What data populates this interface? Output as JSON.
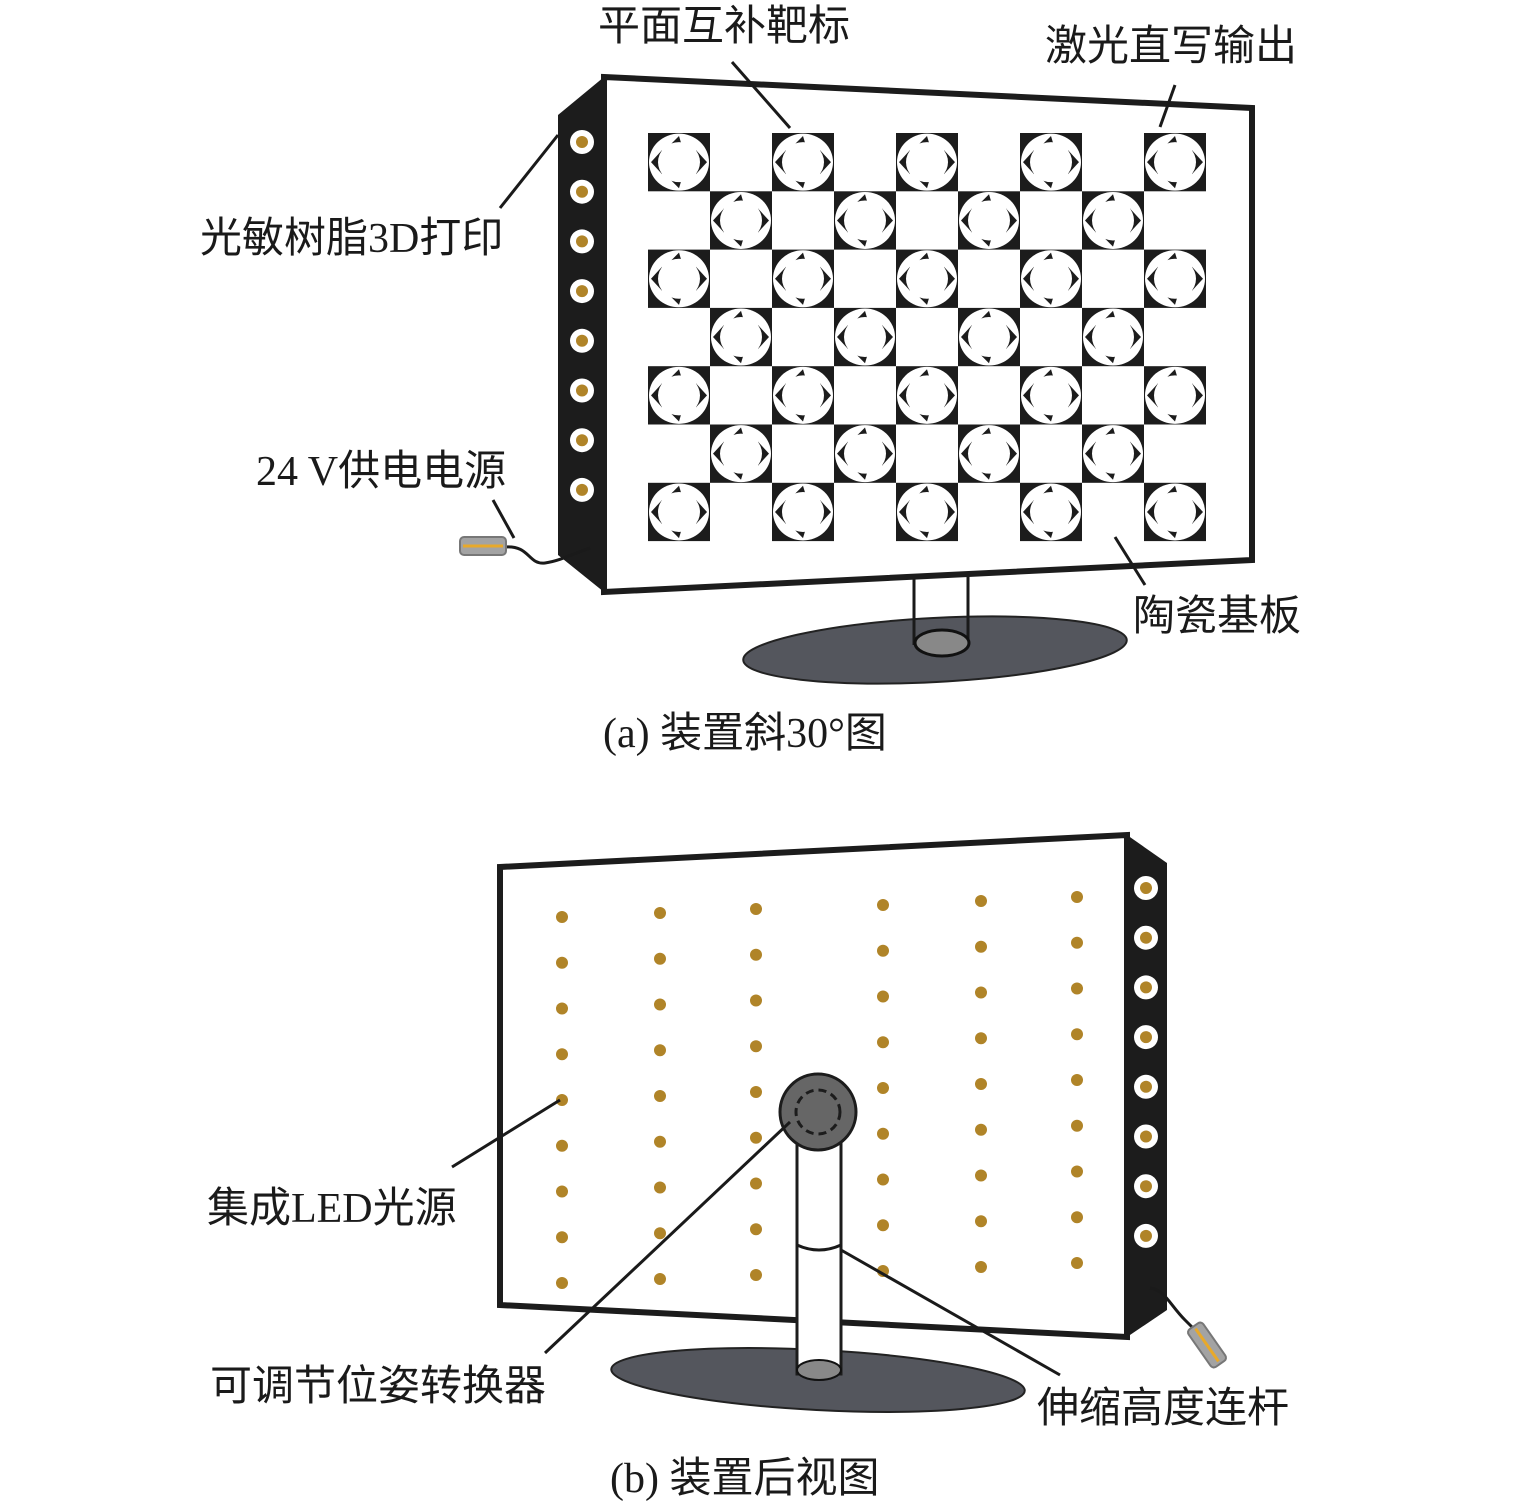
{
  "panel_a": {
    "caption": "(a) 装置斜30°图",
    "labels": {
      "target": "平面互补靶标",
      "laser": "激光直写输出",
      "resin": "光敏树脂3D打印",
      "power": "24 V供电电源",
      "ceramic": "陶瓷基板"
    }
  },
  "panel_b": {
    "caption": "(b) 装置后视图",
    "labels": {
      "led": "集成LED光源",
      "adapter": "可调节位姿转换器",
      "rod": "伸缩高度连杆"
    }
  },
  "colors": {
    "dark": "#1c1c1c",
    "led": "#b08428",
    "base": "#54565d",
    "pole_head": "#666"
  }
}
